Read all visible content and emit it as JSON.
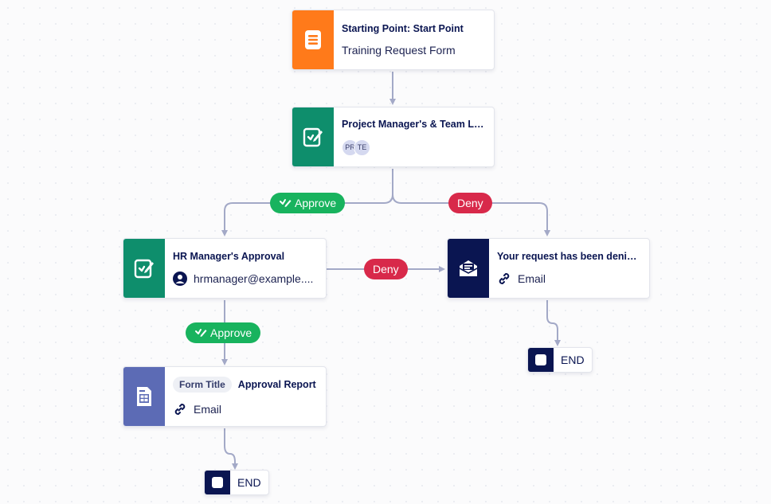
{
  "colors": {
    "start": "#ff7a1a",
    "approval": "#0e8e6c",
    "email": "#0a1551",
    "report": "#5c6bb5",
    "approve": "#18b35e",
    "deny": "#d8294a",
    "wire": "#a3a9c7"
  },
  "nodes": {
    "start": {
      "title": "Starting Point: Start Point",
      "sub": "Training Request Form",
      "icon": "form-icon"
    },
    "pm": {
      "title": "Project Manager's & Team Le...",
      "avatars": [
        "PR",
        "TE"
      ],
      "icon": "approval-icon"
    },
    "hr": {
      "title": "HR Manager's Approval",
      "sub": "hrmanager@example....",
      "icon": "approval-icon"
    },
    "denied": {
      "title": "Your request has been denied.",
      "sub": "Email",
      "icon": "envelope-icon"
    },
    "report": {
      "tag": "Form Title",
      "title": "Approval Report",
      "sub": "Email",
      "icon": "report-icon"
    }
  },
  "labels": {
    "approve1": "Approve",
    "deny1": "Deny",
    "deny2": "Deny",
    "approve2": "Approve"
  },
  "ends": {
    "end1": "END",
    "end2": "END"
  }
}
